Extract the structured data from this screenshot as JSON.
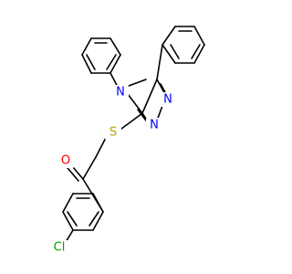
{
  "atoms": {
    "chlorine": {
      "label": "Cl",
      "color": "#00a000"
    },
    "oxygen": {
      "label": "O",
      "color": "#ff0000"
    },
    "sulfur": {
      "label": "S",
      "color": "#b8a000"
    },
    "nitrogen_ring": {
      "label": "N",
      "color": "#0000ff"
    },
    "nitrogen_1": {
      "label": "N",
      "color": "#0000ff"
    },
    "nitrogen_2": {
      "label": "N",
      "color": "#0000ff"
    }
  },
  "colors": {
    "bond": "#000000",
    "background": "#ffffff"
  }
}
